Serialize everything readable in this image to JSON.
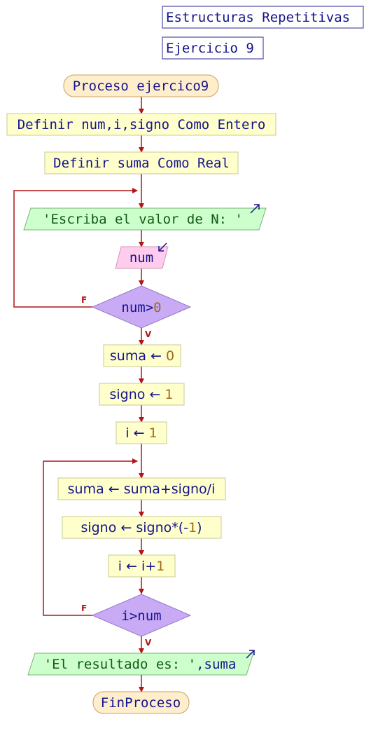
{
  "header": {
    "title": "Estructuras Repetitivas",
    "subtitle": "Ejercicio 9"
  },
  "flowchart": {
    "start": "Proceso ejercico9",
    "define_ints": "Definir num,i,signo Como Entero",
    "define_real": "Definir suma Como Real",
    "write_prompt": "'Escriba el valor de N: '",
    "read_num": "num",
    "cond1": {
      "left": "num>",
      "right": "0"
    },
    "assign_suma": {
      "var": "suma",
      "value": "0"
    },
    "assign_signo": {
      "var": "signo",
      "value": "1"
    },
    "assign_i": {
      "var": "i",
      "value": "1"
    },
    "loop_suma": {
      "var": "suma",
      "expr": "suma+signo/i"
    },
    "loop_signo": {
      "var": "signo",
      "expr_a": "signo*(-",
      "expr_num": "1",
      "expr_b": ")"
    },
    "loop_i": {
      "var": "i",
      "expr_a": "i+",
      "expr_num": "1"
    },
    "cond2": "i>num",
    "write_result": {
      "str": "'El resultado es: '",
      "rest": ",suma"
    },
    "end": "FinProceso",
    "arrow_symbol": "←",
    "false_label": "F",
    "true_label": "V"
  },
  "colors": {
    "line": "#b41414",
    "text": "#14148c",
    "process_fill": "#ffffcc",
    "process_stroke": "#c8c896",
    "terminal_fill": "#ffeecc",
    "io_write_fill": "#ccffcc",
    "io_read_fill": "#ffccee",
    "decision_fill": "#c8aaf5"
  }
}
